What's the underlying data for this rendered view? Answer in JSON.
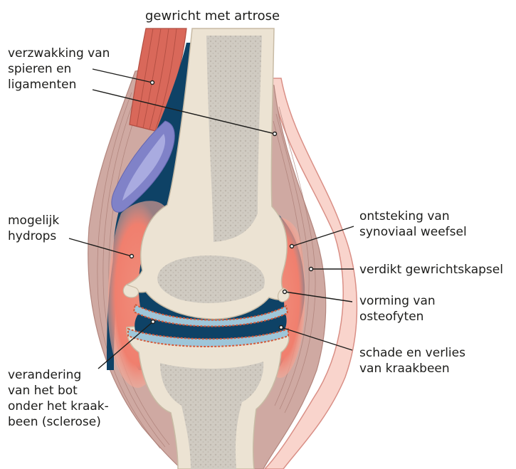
{
  "title": "gewricht met artrose",
  "labels": {
    "muscles": [
      "verzwakking van",
      "spieren en",
      "ligamenten"
    ],
    "hydrops": [
      "mogelijk",
      "hydrops"
    ],
    "bone_change": [
      "verandering",
      "van het bot",
      "onder het kraak-",
      "been (sclerose)"
    ],
    "synovial": [
      "ontsteking van",
      "synoviaal weefsel"
    ],
    "capsule": [
      "verdikt gewrichtskapsel"
    ],
    "osteophytes": [
      "vorming van",
      "osteofyten"
    ],
    "cartilage": [
      "schade en verlies",
      "van kraakbeen"
    ]
  },
  "colors": {
    "muscle": "#d9685a",
    "fluid": "#0e4266",
    "bone": "#ece3d3",
    "marrow": "#cfcac2",
    "capsule": "#cfa9a2",
    "inflammation": "#ef7d6c",
    "skin": "#f9d4cc",
    "bursa": "#8082c8",
    "cartilage": "#9ec6d9"
  }
}
